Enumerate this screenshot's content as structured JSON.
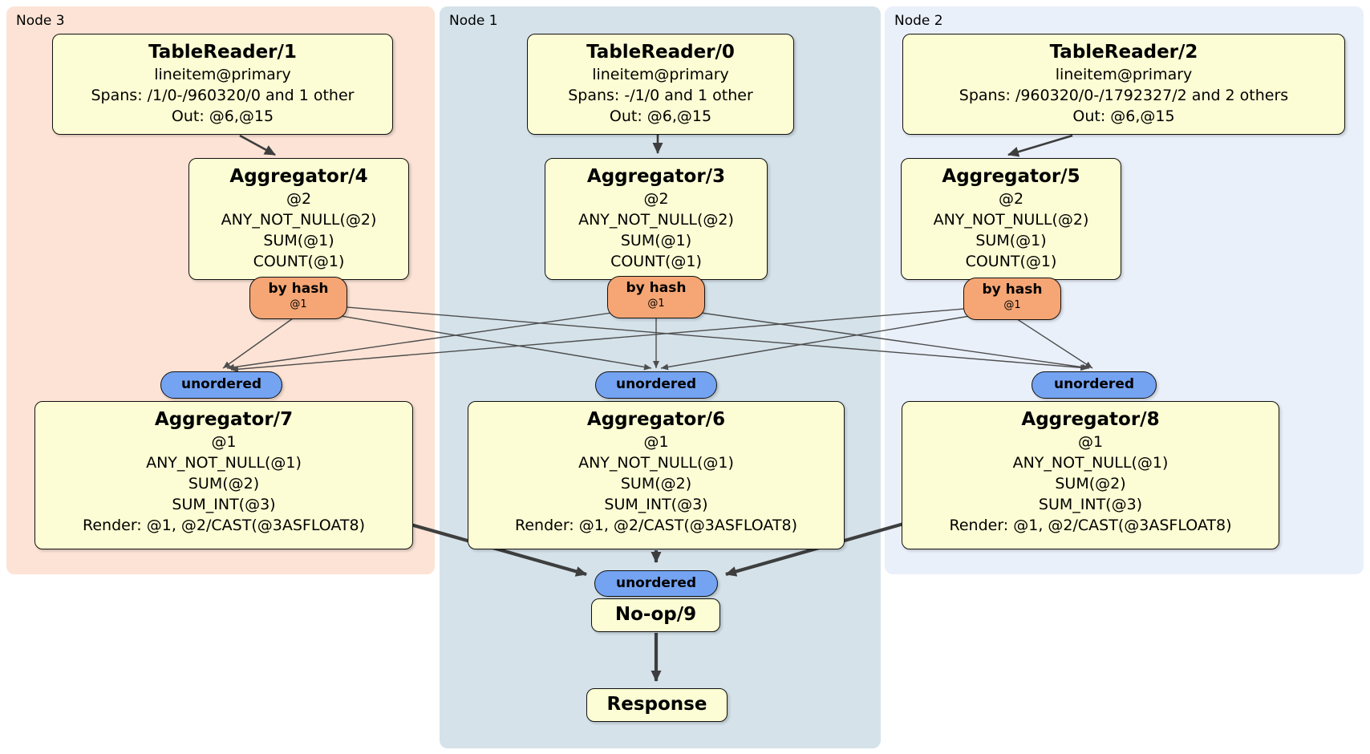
{
  "regions": {
    "node3": {
      "label": "Node 3"
    },
    "node1": {
      "label": "Node 1"
    },
    "node2": {
      "label": "Node 2"
    }
  },
  "processors": {
    "tablereader1": {
      "title": "TableReader/1",
      "lines": [
        "lineitem@primary",
        "Spans: /1/0-/960320/0 and 1 other",
        "Out: @6,@15"
      ]
    },
    "tablereader0": {
      "title": "TableReader/0",
      "lines": [
        "lineitem@primary",
        "Spans: -/1/0 and 1 other",
        "Out: @6,@15"
      ]
    },
    "tablereader2": {
      "title": "TableReader/2",
      "lines": [
        "lineitem@primary",
        "Spans: /960320/0-/1792327/2 and 2 others",
        "Out: @6,@15"
      ]
    },
    "aggregator4": {
      "title": "Aggregator/4",
      "lines": [
        "@2",
        "ANY_NOT_NULL(@2)",
        "SUM(@1)",
        "COUNT(@1)"
      ]
    },
    "aggregator3": {
      "title": "Aggregator/3",
      "lines": [
        "@2",
        "ANY_NOT_NULL(@2)",
        "SUM(@1)",
        "COUNT(@1)"
      ]
    },
    "aggregator5": {
      "title": "Aggregator/5",
      "lines": [
        "@2",
        "ANY_NOT_NULL(@2)",
        "SUM(@1)",
        "COUNT(@1)"
      ]
    },
    "aggregator7": {
      "title": "Aggregator/7",
      "lines": [
        "@1",
        "ANY_NOT_NULL(@1)",
        "SUM(@2)",
        "SUM_INT(@3)",
        "Render: @1, @2/CAST(@3ASFLOAT8)"
      ]
    },
    "aggregator6": {
      "title": "Aggregator/6",
      "lines": [
        "@1",
        "ANY_NOT_NULL(@1)",
        "SUM(@2)",
        "SUM_INT(@3)",
        "Render: @1, @2/CAST(@3ASFLOAT8)"
      ]
    },
    "aggregator8": {
      "title": "Aggregator/8",
      "lines": [
        "@1",
        "ANY_NOT_NULL(@1)",
        "SUM(@2)",
        "SUM_INT(@3)",
        "Render: @1, @2/CAST(@3ASFLOAT8)"
      ]
    },
    "noop9": {
      "title": "No-op/9"
    },
    "response": {
      "title": "Response"
    }
  },
  "routers": {
    "by_hash": {
      "label": "by hash",
      "detail": "@1"
    }
  },
  "streams": {
    "unordered": {
      "label": "unordered"
    }
  },
  "colors": {
    "node3_bg": "#fce3d5",
    "node1_bg": "#d5e2ea",
    "node2_bg": "#eaf0fa",
    "box_fill": "#fcfdd4",
    "hash_fill": "#f5a674",
    "stream_fill": "#74a3f2",
    "edge_thin": "#4d4d4d",
    "edge_thick": "#3e3e3e"
  }
}
